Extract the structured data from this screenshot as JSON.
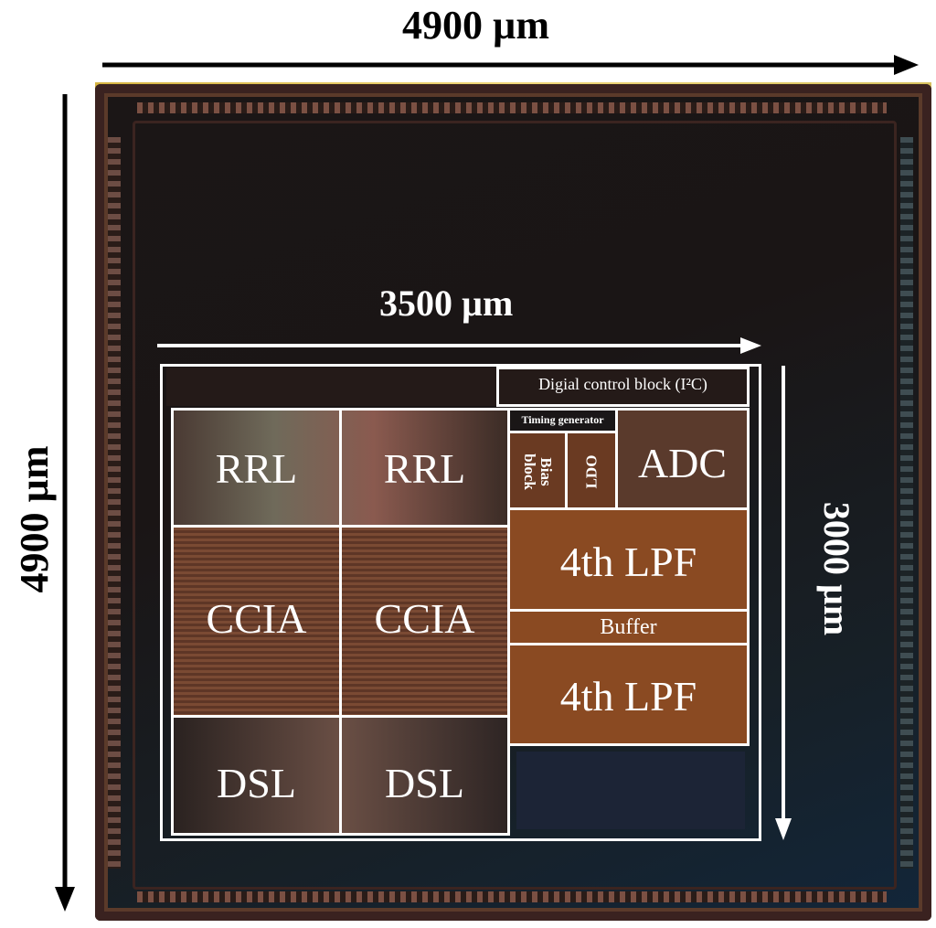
{
  "dimensions": {
    "top_width": "4900 µm",
    "left_height": "4900 µm",
    "inner_width": "3500 µm",
    "inner_height": "3000 µm"
  },
  "blocks": {
    "digital_control": "Digial control block (I²C)",
    "timing_generator": "Timing generator",
    "bias_block": "Bias block",
    "ldo": "LDO",
    "adc": "ADC",
    "rrl_1": "RRL",
    "rrl_2": "RRL",
    "ccia_1": "CCIA",
    "ccia_2": "CCIA",
    "dsl_1": "DSL",
    "dsl_2": "DSL",
    "lpf_1": "4th LPF",
    "buffer": "Buffer",
    "lpf_2": "4th LPF"
  },
  "colors": {
    "outline": "#ffffff",
    "arrow_black": "#000000",
    "die_dark": "#1b1616",
    "die_blue": "#12263a"
  }
}
